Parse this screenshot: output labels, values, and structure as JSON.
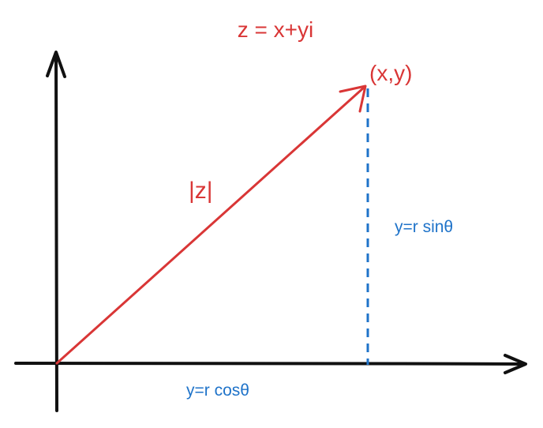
{
  "diagram": {
    "title": "z = x+yi",
    "point_label": "(x,y)",
    "modulus_label": "|z|",
    "vertical_label": "y=r sinθ",
    "horizontal_label": "y=r cosθ"
  },
  "colors": {
    "axis": "#111111",
    "vector": "#d93636",
    "red_text": "#d93636",
    "blue_text": "#1f73c9",
    "dashed": "#1f73c9"
  }
}
